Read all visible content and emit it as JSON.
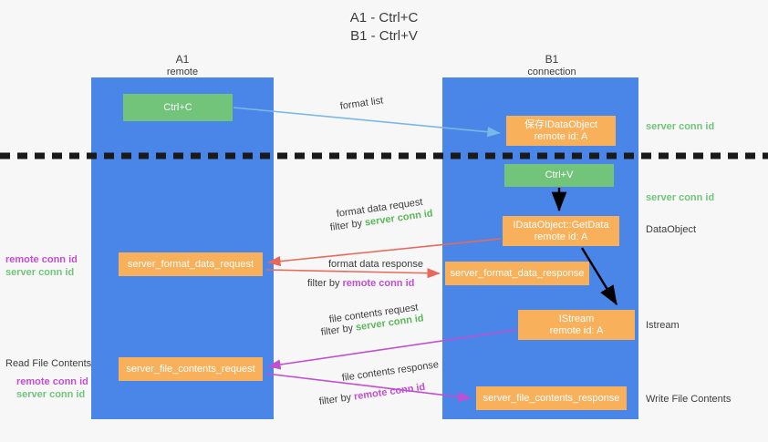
{
  "title": {
    "line1": "A1 - Ctrl+C",
    "line2": "B1 - Ctrl+V"
  },
  "columns": [
    {
      "name": "A1",
      "sub": "remote"
    },
    {
      "name": "B1",
      "sub": "connection"
    }
  ],
  "nodes": {
    "ctrl_c": {
      "label": "Ctrl+C",
      "color": "#72c47b"
    },
    "save_idataobject": {
      "line1": "保存IDataObject",
      "line2": "remote id: A",
      "color": "#f8b05b"
    },
    "ctrl_v": {
      "label": "Ctrl+V",
      "color": "#72c47b"
    },
    "getdata": {
      "line1": "IDataObject::GetData",
      "line2": "remote id: A",
      "color": "#f8b05b"
    },
    "format_data_request": {
      "label": "server_format_data_request",
      "color": "#f8b05b"
    },
    "format_data_response": {
      "label": "server_format_data_response",
      "color": "#f8b05b"
    },
    "istream": {
      "line1": "IStream",
      "line2": "remote id: A",
      "color": "#f8b05b"
    },
    "file_contents_request": {
      "label": "server_file_contents_request",
      "color": "#f8b05b"
    },
    "file_contents_response": {
      "label": "server_file_contents_response",
      "color": "#f8b05b"
    }
  },
  "edge_labels": {
    "format_list": "format list",
    "fmt_req_line1": "format data request",
    "fmt_req_prefix": "filter by ",
    "fmt_req_key": "server conn id",
    "fmt_resp_line1": "format data response",
    "fmt_resp_prefix": "filter by ",
    "fmt_resp_key": "remote conn id",
    "file_req_line1": "file contents request",
    "file_req_prefix": "filter by ",
    "file_req_key": "server conn id",
    "file_resp_line1": "file contents response",
    "file_resp_prefix": "filter by ",
    "file_resp_key": "remote conn id"
  },
  "side_notes": {
    "left_remote_conn_id": "remote conn id",
    "left_server_conn_id": "server conn id",
    "read_file_contents": "Read File Contents",
    "read_remote_conn_id": "remote conn id",
    "read_server_conn_id": "server conn id",
    "right_server_conn_id_top": "server conn id",
    "right_server_conn_id_mid": "server conn id",
    "right_dataobject": "DataObject",
    "right_istream": "Istream",
    "right_write_file_contents": "Write File Contents"
  },
  "colors": {
    "background": "#f7f7f7",
    "lane": "#4a86e8",
    "green_node": "#72c47b",
    "orange_node": "#f8b05b",
    "server_conn_id": "#5bb85b",
    "remote_conn_id": "#c050d0",
    "arrow_blue": "#7ab8e8",
    "arrow_red": "#e8685b",
    "arrow_magenta": "#c050d0",
    "arrow_black": "#000000",
    "divider": "#1a1a1a",
    "text": "#3c3c3c"
  }
}
